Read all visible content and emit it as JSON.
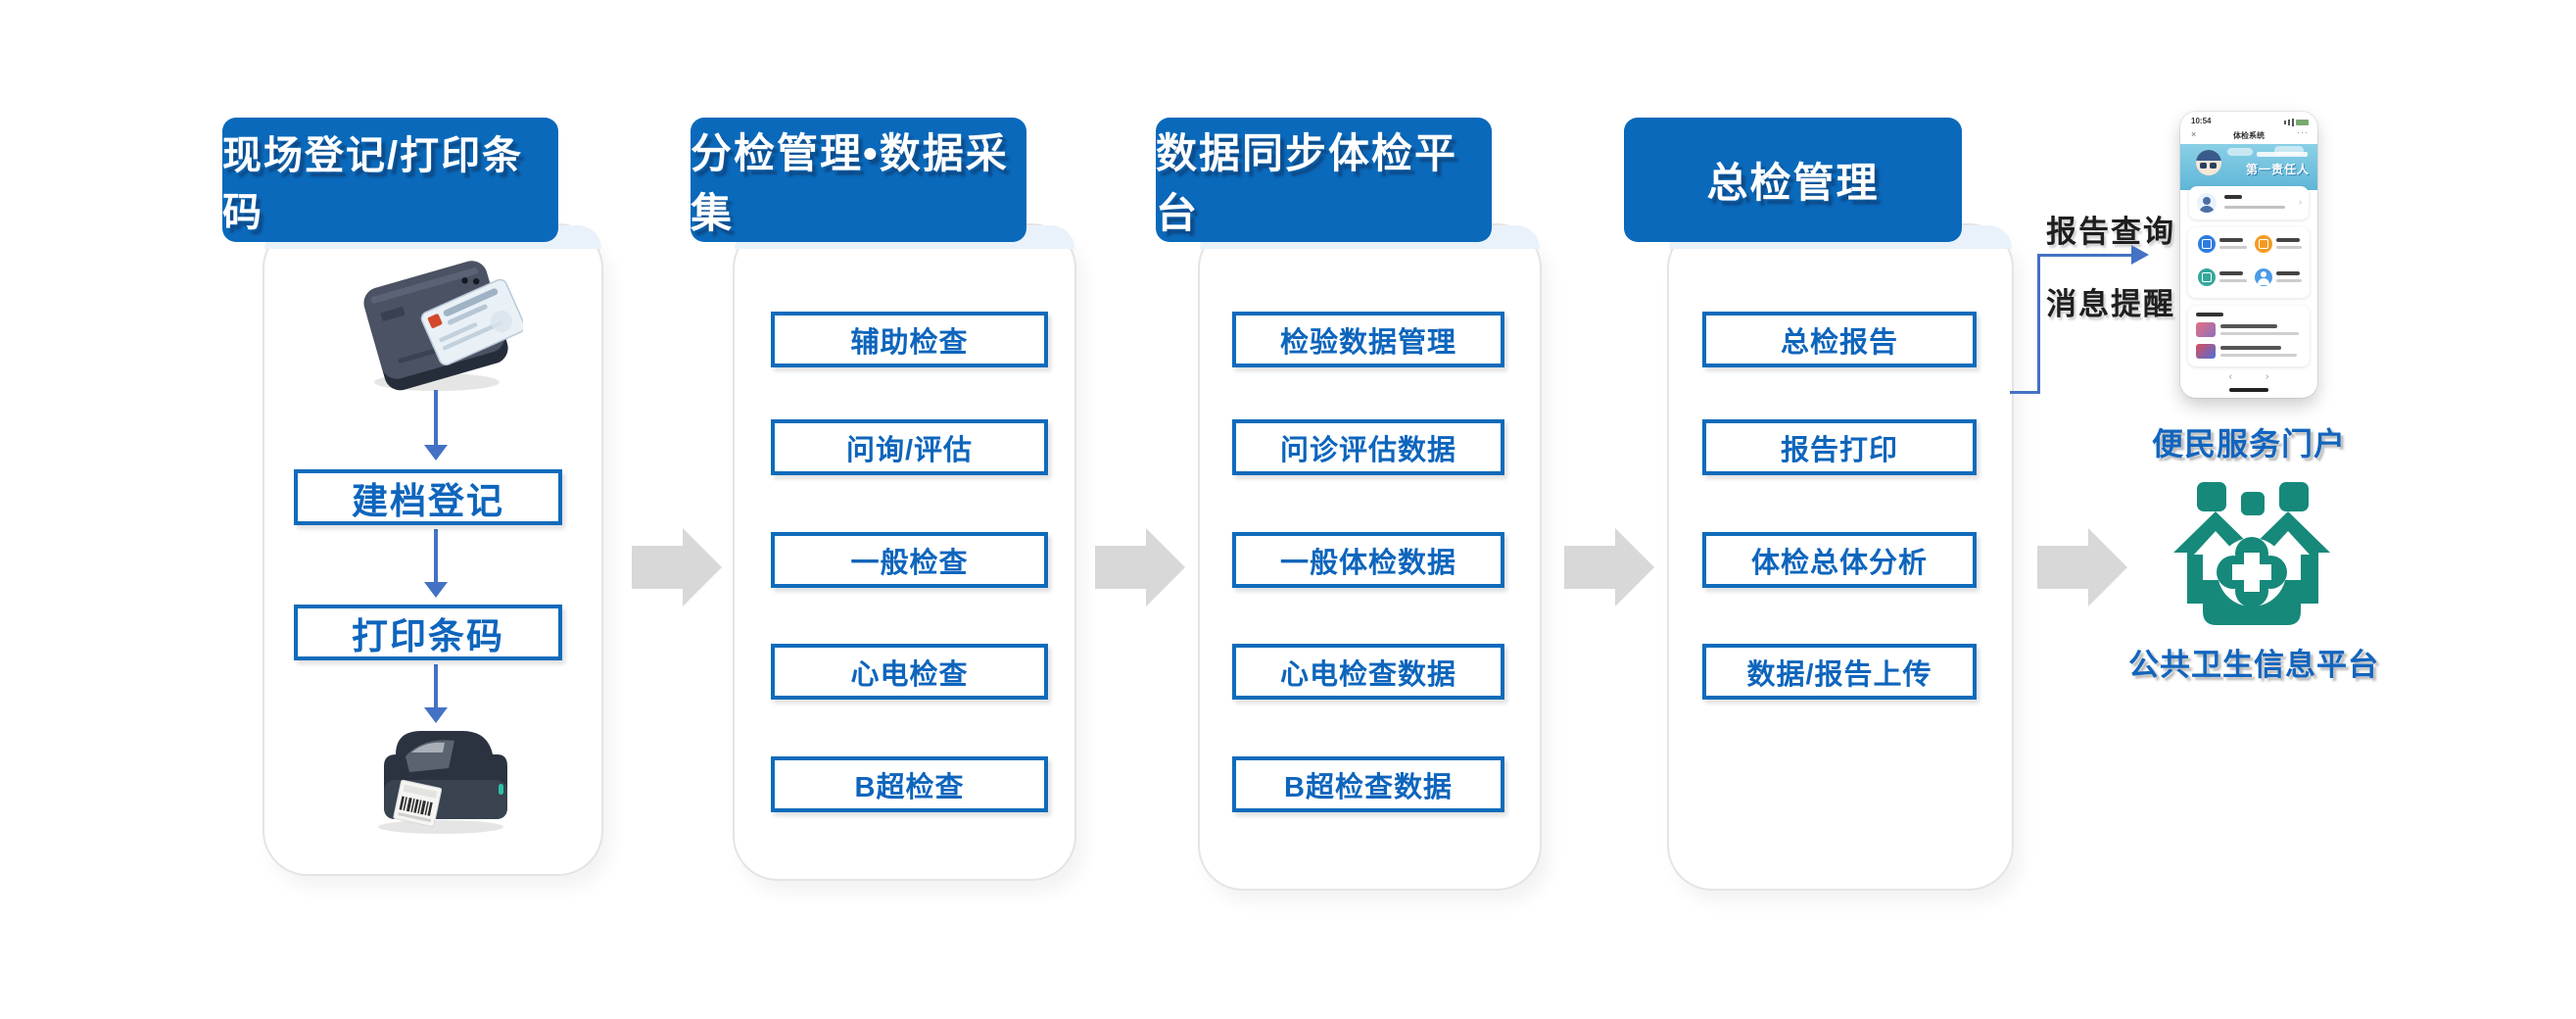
{
  "colors": {
    "stage_header_bg": "#0A69BA",
    "node_border_blue": "#0F6BBB",
    "node_text_blue": "#0E65BC",
    "flow_arrow_gray": "#D8D8D8",
    "connector_blue": "#4472C4",
    "caption_blue": "#1265BE",
    "platform_green": "#16897B"
  },
  "stages": [
    {
      "header": "现场登记/打印条码",
      "boxes": [
        "建档登记",
        "打印条码"
      ],
      "images": [
        "id-card-reader",
        "label-printer"
      ]
    },
    {
      "header": "分检管理•数据采集",
      "boxes": [
        "辅助检查",
        "问询/评估",
        "一般检查",
        "心电检查",
        "B超检查"
      ]
    },
    {
      "header": "数据同步体检平台",
      "boxes": [
        "检验数据管理",
        "问诊评估数据",
        "一般体检数据",
        "心电检查数据",
        "B超检查数据"
      ]
    },
    {
      "header": "总检管理",
      "boxes": [
        "总检报告",
        "报告打印",
        "体检总体分析",
        "数据/报告上传"
      ]
    }
  ],
  "connector": {
    "report_query": "报告查询",
    "message_reminder": "消息提醒"
  },
  "portal": {
    "caption": "便民服务门户",
    "phone": {
      "time": "10:54",
      "title": "体检系统",
      "close_glyph": "×",
      "more_glyph": "···",
      "slogan": "第一责任人",
      "chevron": "›",
      "nav_prev": "‹",
      "nav_next": "›"
    }
  },
  "platform": {
    "caption": "公共卫生信息平台"
  }
}
